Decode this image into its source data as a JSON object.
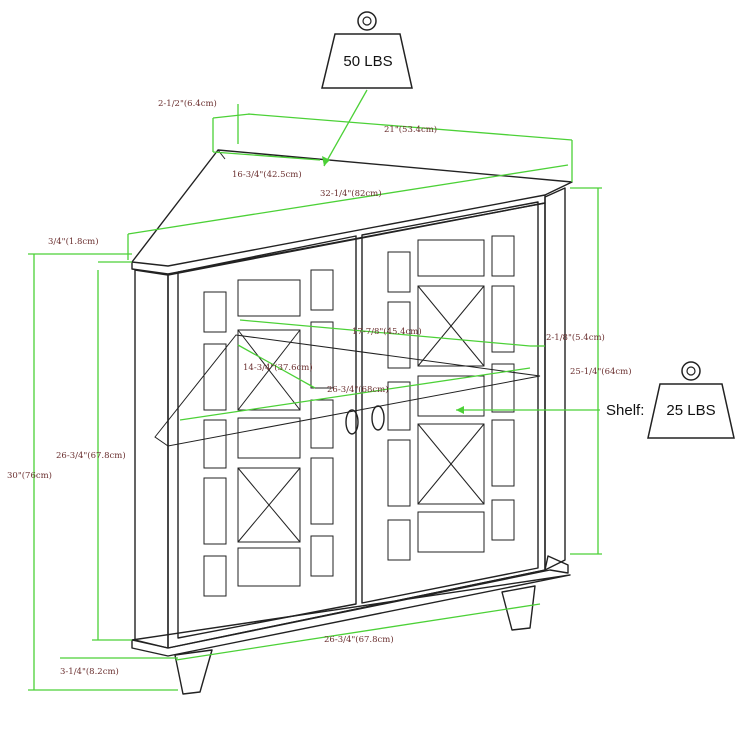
{
  "weights": {
    "top_label": "50 LBS",
    "shelf_prefix": "Shelf:",
    "shelf_label": "25 LBS"
  },
  "dimensions": {
    "top_inset": "2-1/2\"(6.4cm)",
    "top_width": "21\"(53.4cm)",
    "top_side": "16-3/4\"(42.5cm)",
    "front_width_top": "32-1/4\"(82cm)",
    "top_thickness": "3/4\"(1.8cm)",
    "shelf_depth": "17-7/8\"(45.4cm)",
    "shelf_offset": "2-1/8\"(5.4cm)",
    "shelf_side": "14-3/4\"(37.6cm)",
    "shelf_front": "26-3/4\"(68cm)",
    "side_height": "25-1/4\"(64cm)",
    "body_height": "26-3/4\"(67.8cm)",
    "total_height": "30\"(76cm)",
    "front_width_bottom": "26-3/4\"(67.8cm)",
    "leg_height": "3-1/4\"(8.2cm)"
  },
  "colors": {
    "dimension_line": "#4cd137",
    "dimension_text": "#6b3030",
    "outline": "#222222"
  }
}
